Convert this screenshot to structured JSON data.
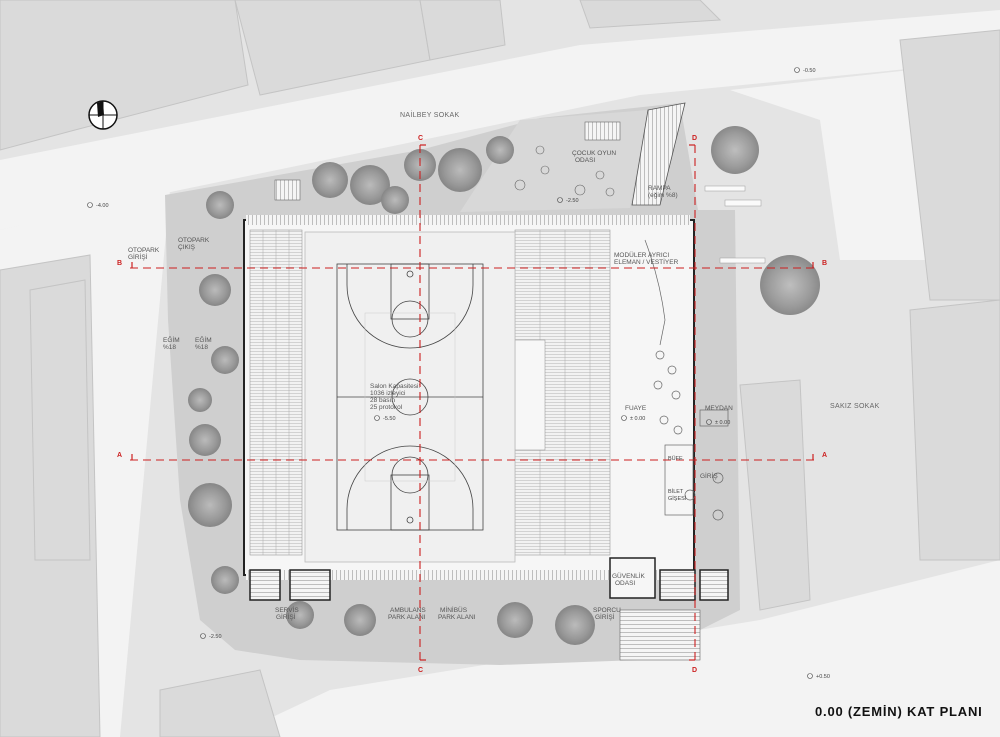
{
  "title": "0.00 (ZEMİN) KAT PLANI",
  "streets": {
    "north": "NAİLBEY SOKAK",
    "east": "SAKIZ SOKAK"
  },
  "sections": {
    "a": "A",
    "b": "B",
    "c": "C",
    "d": "D"
  },
  "labels": {
    "otopark_giris": [
      "OTOPARK",
      "GİRİŞİ"
    ],
    "otopark_cikis": [
      "OTOPARK",
      "ÇIKIŞ"
    ],
    "egim_left": [
      "EĞİM",
      "%18"
    ],
    "egim_right": [
      "EĞİM",
      "%18"
    ],
    "cocuk_oyun": [
      "ÇOCUK OYUN",
      "ODASI"
    ],
    "rampa": [
      "RAMPA",
      "(eğim %8)"
    ],
    "moduler": [
      "MODÜLER AYRICI",
      "ELEMAN / VESTİYER"
    ],
    "salon": [
      "Salon Kapasitesi:",
      "1036 izleyici",
      "28 basın",
      "25 protokol"
    ],
    "fuaye": "FUAYE",
    "meydan": "MEYDAN",
    "bufe": "BÜFE",
    "bilet": [
      "BİLET",
      "GİŞESİ"
    ],
    "giris": "GİRİŞ",
    "guvenlik": [
      "GÜVENLİK",
      "ODASI"
    ],
    "servis": [
      "SERVİS",
      "GİRİŞİ"
    ],
    "ambulans": [
      "AMBULANS",
      "PARK ALANI"
    ],
    "minibus": [
      "MİNİBÜS",
      "PARK ALANI"
    ],
    "sporcu": [
      "SPORCU",
      "GİRİŞİ"
    ]
  },
  "elevations": {
    "nw": "-4.00",
    "ne": "-0.50",
    "playground": "-2.50",
    "court": "-5.50",
    "fuaye": "± 0.00",
    "meydan": "± 0.00",
    "sw": "-2.50",
    "se": "+0.50"
  },
  "colors": {
    "section_line": "#cc1f1f",
    "background": "#e4e4e4",
    "road": "#f4f4f4",
    "trees": "#8c8c8c"
  }
}
